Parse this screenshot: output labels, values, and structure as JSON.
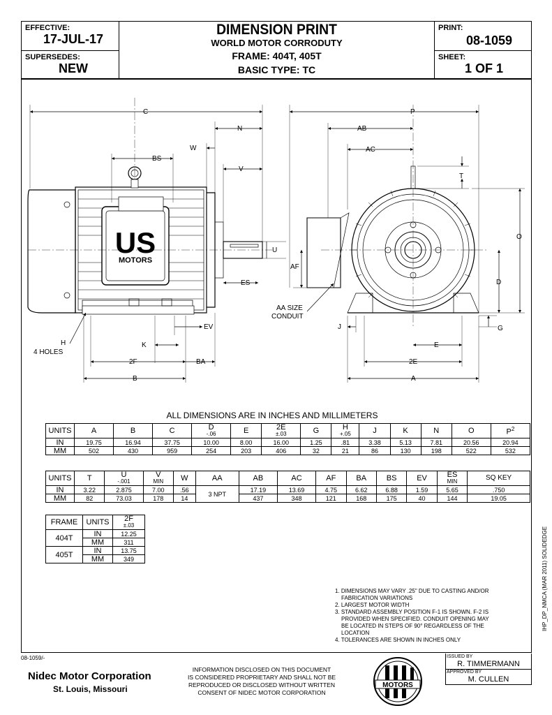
{
  "header": {
    "effective_label": "EFFECTIVE:",
    "effective_value": "17-JUL-17",
    "supersedes_label": "SUPERSEDES:",
    "supersedes_value": "NEW",
    "title": "DIMENSION PRINT",
    "subtitle": "WORLD MOTOR CORRODUTY",
    "frame_line": "FRAME: 404T, 405T",
    "basic_type": "BASIC TYPE: TC",
    "print_label": "PRINT:",
    "print_value": "08-1059",
    "sheet_label": "SHEET:",
    "sheet_value": "1 OF 1"
  },
  "drawing": {
    "labels": {
      "C": "C",
      "N": "N",
      "W": "W",
      "BS": "BS",
      "V": "V",
      "U": "U",
      "ES": "ES",
      "EV": "EV",
      "K": "K",
      "H": "H",
      "holes": "4 HOLES",
      "2F": "2F",
      "BA": "BA",
      "B": "B",
      "P": "P",
      "AB": "AB",
      "AC": "AC",
      "T": "T",
      "O": "O",
      "AF": "AF",
      "D": "D",
      "aa_size": "AA SIZE",
      "conduit": "CONDUIT",
      "J": "J",
      "G": "G",
      "E": "E",
      "2E": "2E",
      "A": "A"
    },
    "logo_top": "US",
    "logo_bottom": "MOTORS"
  },
  "tables": {
    "caption": "ALL DIMENSIONS ARE IN INCHES AND MILLIMETERS",
    "table1": {
      "headers": [
        "UNITS",
        "A",
        "B",
        "C",
        "D",
        "E",
        "2E",
        "G",
        "H",
        "J",
        "K",
        "N",
        "O",
        "P"
      ],
      "subs": [
        "",
        "",
        "",
        "",
        "-.06",
        "",
        "±.03",
        "",
        "+.05",
        "",
        "",
        "",
        "",
        ""
      ],
      "p_sup": "2",
      "rows": [
        [
          "IN",
          "19.75",
          "16.94",
          "37.75",
          "10.00",
          "8.00",
          "16.00",
          "1.25",
          ".81",
          "3.38",
          "5.13",
          "7.81",
          "20.56",
          "20.94"
        ],
        [
          "MM",
          "502",
          "430",
          "959",
          "254",
          "203",
          "406",
          "32",
          "21",
          "86",
          "130",
          "198",
          "522",
          "532"
        ]
      ]
    },
    "table2": {
      "headers": [
        "UNITS",
        "T",
        "U",
        "V",
        "W",
        "AA",
        "AB",
        "AC",
        "AF",
        "BA",
        "BS",
        "EV",
        "ES",
        "SQ KEY"
      ],
      "subs": [
        "",
        "",
        "-.001",
        "MIN",
        "",
        "",
        "",
        "",
        "",
        "",
        "",
        "",
        "MIN",
        ""
      ],
      "rows": [
        [
          "IN",
          "3.22",
          "2.875",
          "7.00",
          ".56",
          "3 NPT",
          "17.19",
          "13.69",
          "4.75",
          "6.62",
          "6.88",
          "1.59",
          "5.65",
          ".750"
        ],
        [
          "MM",
          "82",
          "73.03",
          "178",
          "14",
          "",
          "437",
          "348",
          "121",
          "168",
          "175",
          "40",
          "144",
          "19.05"
        ]
      ]
    },
    "table3": {
      "headers": [
        "FRAME",
        "UNITS",
        "2F"
      ],
      "sub_2f": "±.03",
      "rows": [
        {
          "frame": "404T",
          "in_label": "IN",
          "in_value": "12.25",
          "mm_label": "MM",
          "mm_value": "311"
        },
        {
          "frame": "405T",
          "in_label": "IN",
          "in_value": "13.75",
          "mm_label": "MM",
          "mm_value": "349"
        }
      ]
    }
  },
  "notes": [
    "1. DIMENSIONS MAY VARY .25\" DUE TO CASTING AND/OR",
    "FABRICATION VARIATIONS",
    "2. LARGEST MOTOR WIDTH",
    "3. STANDARD ASSEMBLY POSITION F-1 IS SHOWN.  F-2 IS",
    "PROVIDED WHEN SPECIFIED.  CONDUIT OPENING MAY",
    "BE LOCATED IN STEPS OF 90° REGARDLESS OF THE",
    "LOCATION",
    "4. TOLERANCES ARE SHOWN IN INCHES ONLY"
  ],
  "side_text": "IHP_DP_NMCA (MAR 2011) SOLIDEDGE",
  "footer": {
    "doc_ref": "08-1059/-",
    "company": "Nidec Motor Corporation",
    "city": "St. Louis, Missouri",
    "disclaimer": [
      "INFORMATION DISCLOSED ON THIS DOCUMENT",
      "IS CONSIDERED PROPRIETARY AND SHALL NOT BE",
      "REPRODUCED OR DISCLOSED WITHOUT WRITTEN",
      "CONSENT OF NIDEC MOTOR CORPORATION"
    ],
    "issued_by_label": "ISSUED BY",
    "issued_by": "R. TIMMERMANN",
    "approved_by_label": "APPROVED BY",
    "approved_by": "M. CULLEN",
    "logo_text": "MOTORS"
  }
}
